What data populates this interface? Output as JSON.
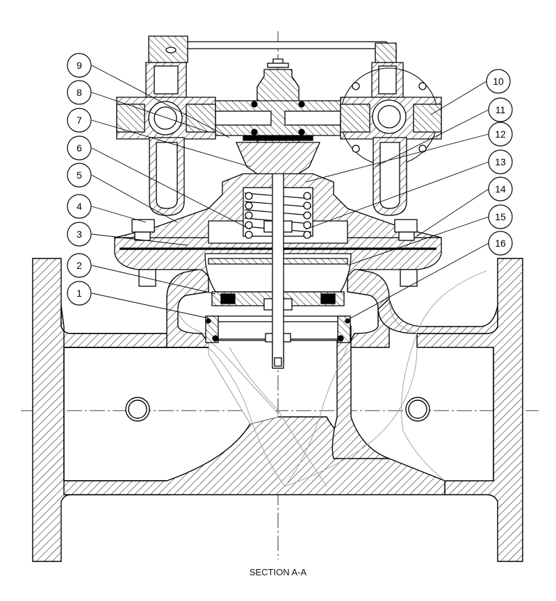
{
  "diagram": {
    "caption": "SECTION A-A",
    "callouts": [
      "1",
      "2",
      "3",
      "4",
      "5",
      "6",
      "7",
      "8",
      "9",
      "10",
      "11",
      "12",
      "13",
      "14",
      "15",
      "16"
    ],
    "colors": {
      "line": "#000000",
      "hatch": "#000000",
      "background": "#ffffff",
      "thin": "#9a9a9a"
    }
  }
}
